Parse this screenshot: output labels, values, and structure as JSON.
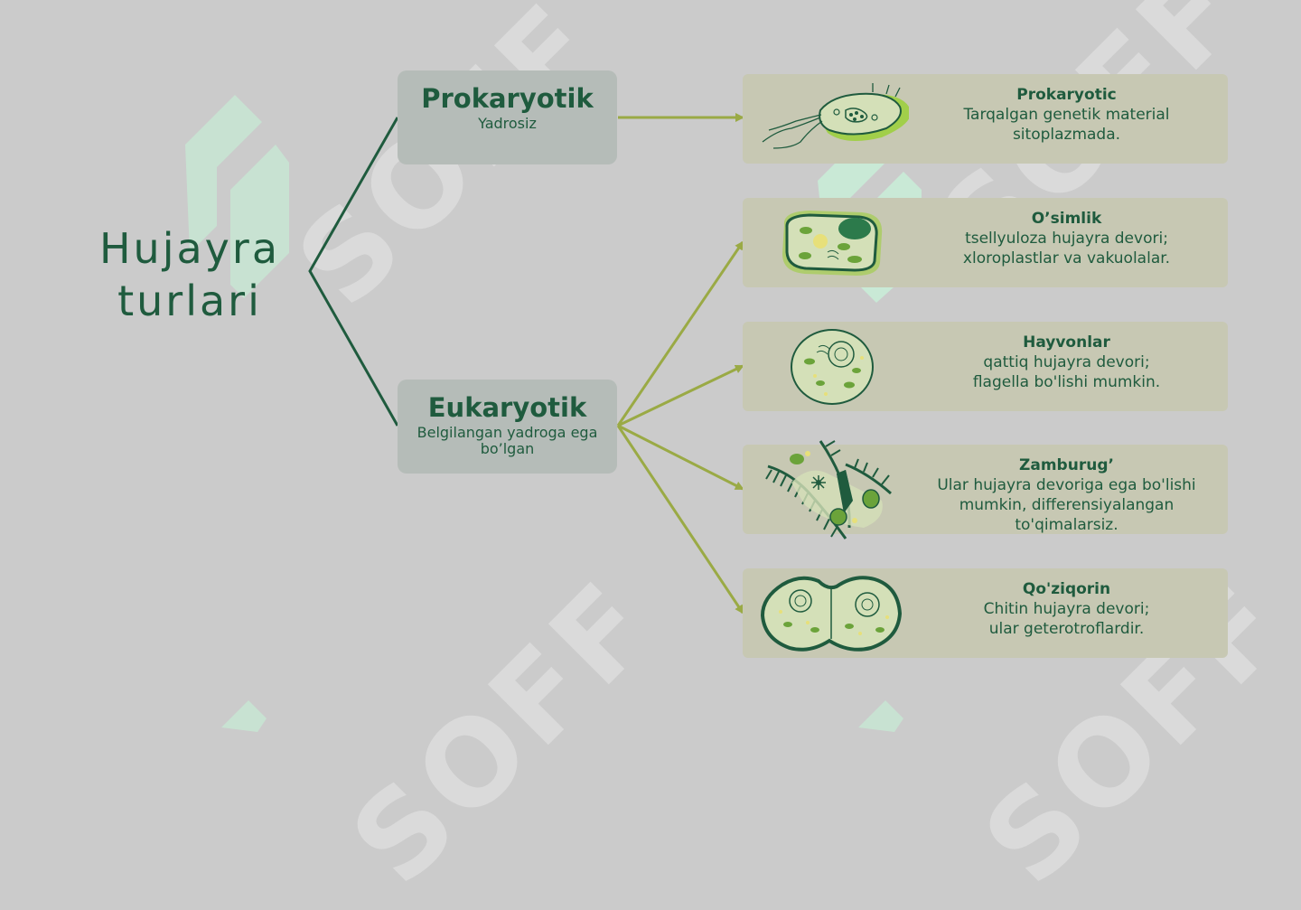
{
  "watermark": {
    "text": "SOFF"
  },
  "title": {
    "line1": "Hujayra",
    "line2": "turlari"
  },
  "categories": [
    {
      "title": "Prokaryotik",
      "subtitle": "Yadrosiz"
    },
    {
      "title": "Eukaryotik",
      "subtitle": "Belgilangan yadroga ega bo’lgan"
    }
  ],
  "cards": [
    {
      "title": "Prokaryotic",
      "desc_lines": [
        "Tarqalgan genetik material",
        "sitoplazmada."
      ],
      "icon": "bacterium-icon"
    },
    {
      "title": "O’simlik",
      "desc_lines": [
        "tsellyuloza hujayra devori;",
        "xloroplastlar va vakuolalar."
      ],
      "icon": "plant-cell-icon"
    },
    {
      "title": "Hayvonlar",
      "desc_lines": [
        "qattiq hujayra devori;",
        "flagella bo'lishi mumkin."
      ],
      "icon": "animal-cell-icon"
    },
    {
      "title": "Zamburug’",
      "desc_lines": [
        "Ular hujayra devoriga ega bo'lishi",
        "mumkin, differensiyalangan",
        "to'qimalarsiz."
      ],
      "icon": "fungi-cell-icon"
    },
    {
      "title": "Qo'ziqorin",
      "desc_lines": [
        "Chitin hujayra devori;",
        "ular geterotroflardir."
      ],
      "icon": "dividing-cell-icon"
    }
  ],
  "colors": {
    "background": "#cbcbcb",
    "dark_green": "#1f5b3e",
    "olive_arrow": "#9aaa45",
    "category_box": "#b5bcb8",
    "card": "#c7c8b3"
  }
}
